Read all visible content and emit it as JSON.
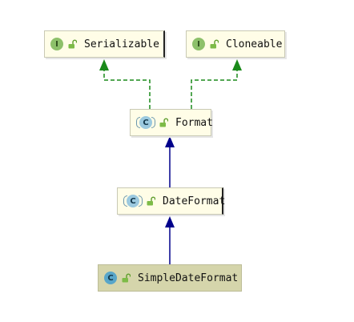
{
  "diagram": {
    "nodes": [
      {
        "id": "serializable",
        "kind": "interface",
        "badge": "I",
        "name": "Serializable"
      },
      {
        "id": "cloneable",
        "kind": "interface",
        "badge": "I",
        "name": "Cloneable"
      },
      {
        "id": "format",
        "kind": "abstract-class",
        "badge": "C",
        "name": "Format"
      },
      {
        "id": "dateformat",
        "kind": "abstract-class",
        "badge": "C",
        "name": "DateFormat"
      },
      {
        "id": "simpledateformat",
        "kind": "class",
        "badge": "C",
        "name": "SimpleDateFormat",
        "selected": true
      }
    ],
    "edges": [
      {
        "from": "format",
        "to": "serializable",
        "type": "implements"
      },
      {
        "from": "format",
        "to": "cloneable",
        "type": "implements"
      },
      {
        "from": "dateformat",
        "to": "format",
        "type": "extends"
      },
      {
        "from": "simpledateformat",
        "to": "dateformat",
        "type": "extends"
      }
    ],
    "icons": {
      "visibility": "unlocked-padlock-icon"
    },
    "colors": {
      "implements_edge": "#1a8a1a",
      "extends_edge": "#00008b",
      "node_background": "#fffde7",
      "selected_background": "#d5d5ab",
      "interface_badge": "#8dc06a",
      "class_badge": "#58a6c9"
    }
  }
}
